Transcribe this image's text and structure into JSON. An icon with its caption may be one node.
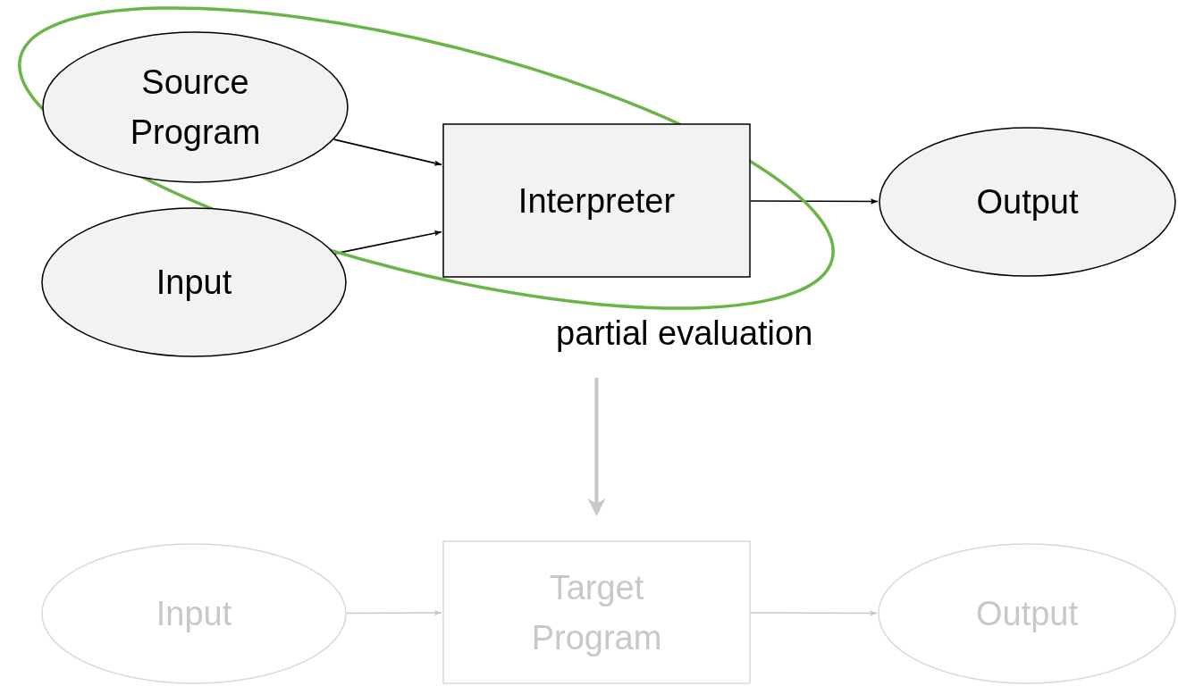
{
  "diagram": {
    "nodes": [
      {
        "text": [
          "partial evaluation"
        ]
      },
      {
        "text": [
          "Source Program"
        ]
      },
      {
        "text": [
          "Input"
        ]
      },
      {
        "text": [
          "Interpreter"
        ]
      },
      {
        "text": [
          "Output"
        ]
      },
      {
        "text": [
          "Input"
        ]
      },
      {
        "text": [
          "Target Program"
        ]
      },
      {
        "text": [
          "Output"
        ]
      }
    ],
    "edges": [
      {
        "from": 1,
        "to": 3,
        "arrow": "to"
      },
      {
        "from": 2,
        "to": 3,
        "arrow": "to"
      },
      {
        "from": 3,
        "to": 4,
        "arrow": "to"
      },
      {
        "from": 0,
        "to": 6,
        "arrow": "to",
        "style": "thick",
        "color": "#c8c8c8"
      },
      {
        "from": 5,
        "to": 6,
        "arrow": "to",
        "color": "#c8c8c8"
      },
      {
        "from": 6,
        "to": 7,
        "arrow": "to",
        "color": "#c8c8c8"
      }
    ]
  }
}
